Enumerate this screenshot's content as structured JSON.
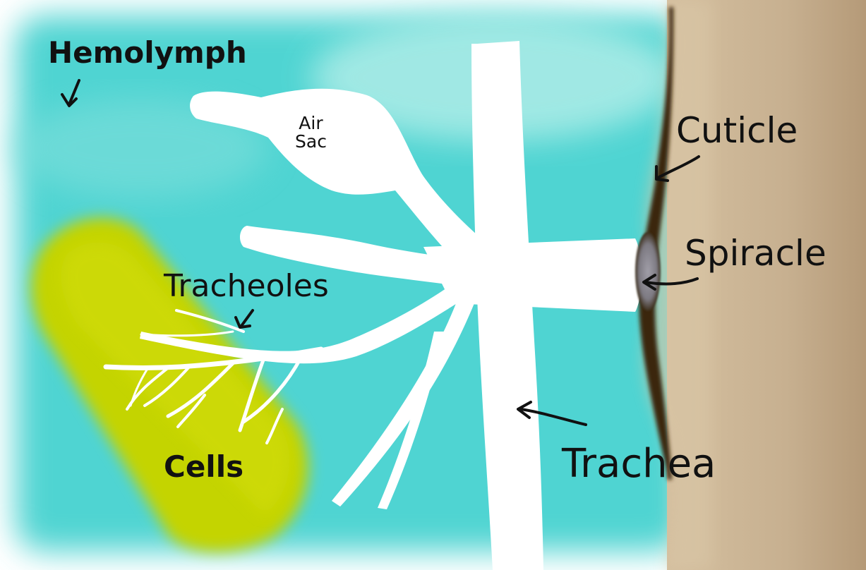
{
  "labels": {
    "hemolymph": "Hemolymph",
    "air_sac_line1": "Air",
    "air_sac_line2": "Sac",
    "cuticle": "Cuticle",
    "spiracle": "Spiracle",
    "tracheoles": "Tracheoles",
    "cells": "Cells",
    "trachea": "Trachea"
  },
  "colors": {
    "hemolymph": "#46d2d0",
    "hemolymph_light": "#a6ece6",
    "cells": "#c9d600",
    "cuticle_band": "#c8b192",
    "cuticle_dark": "#3a2a12",
    "spiracle": "#8e8c96",
    "tubes": "#ffffff",
    "ink": "#111111"
  }
}
